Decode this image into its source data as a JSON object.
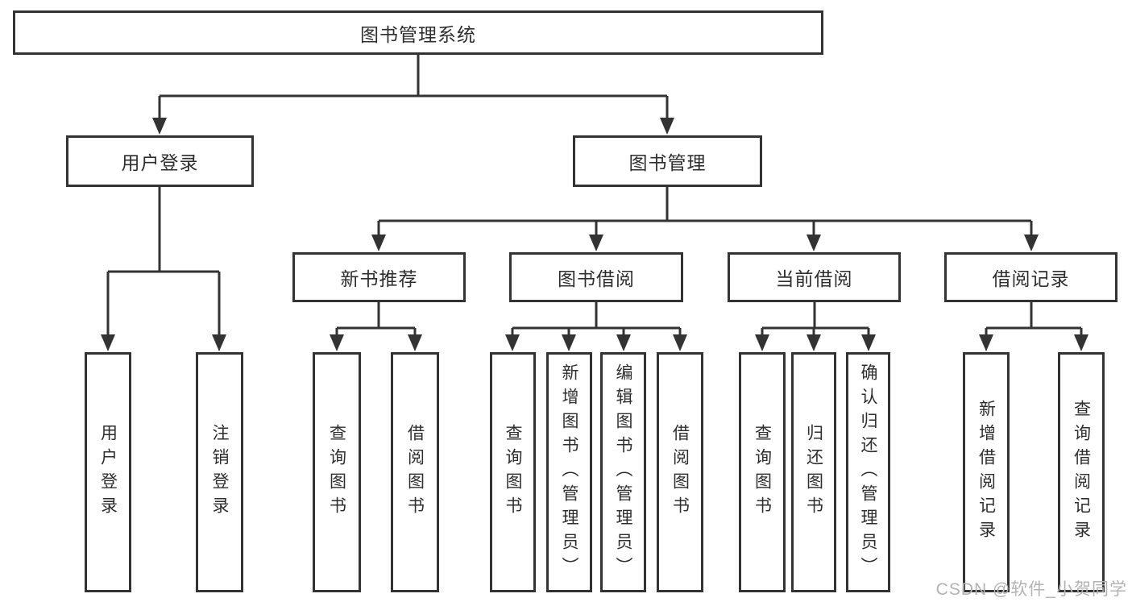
{
  "tree": {
    "root": {
      "label": "图书管理系统"
    },
    "user_login": {
      "label": "用户登录",
      "children": {
        "login": {
          "label": "用户登录"
        },
        "logout": {
          "label": "注销登录"
        }
      }
    },
    "book_mgmt": {
      "label": "图书管理",
      "children": {
        "new_book_rec": {
          "label": "新书推荐",
          "children": {
            "query_book": {
              "label": "查询图书"
            },
            "borrow_book": {
              "label": "借阅图书"
            }
          }
        },
        "book_borrow": {
          "label": "图书借阅",
          "children": {
            "query_book": {
              "label": "查询图书"
            },
            "add_book": {
              "label": "新增图书（管理员）"
            },
            "edit_book": {
              "label": "编辑图书（管理员）"
            },
            "borrow_book": {
              "label": "借阅图书"
            }
          }
        },
        "current_borrow": {
          "label": "当前借阅",
          "children": {
            "query_book": {
              "label": "查询图书"
            },
            "return_book": {
              "label": "归还图书"
            },
            "confirm_return": {
              "label": "确认归还（管理员）"
            }
          }
        },
        "borrow_records": {
          "label": "借阅记录",
          "children": {
            "add_record": {
              "label": "新增借阅记录"
            },
            "query_record": {
              "label": "查询借阅记录"
            }
          }
        }
      }
    }
  },
  "watermark": {
    "text": "CSDN @软件_小贺同学"
  },
  "colors": {
    "line": "#333333",
    "text": "#2e2e2e",
    "watermark": "#b3b3b3",
    "background": "#ffffff"
  }
}
